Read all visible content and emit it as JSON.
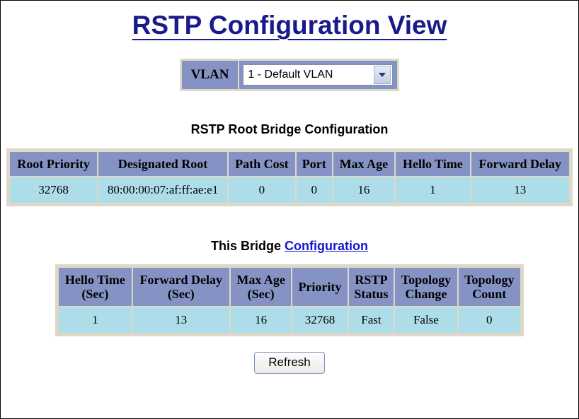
{
  "page": {
    "title": "RSTP Configuration View"
  },
  "vlan_selector": {
    "label": "VLAN",
    "selected": "1 - Default VLAN",
    "arrow_icon": "chevron-down-icon"
  },
  "root_bridge": {
    "heading": "RSTP Root Bridge Configuration",
    "columns": [
      "Root Priority",
      "Designated Root",
      "Path Cost",
      "Port",
      "Max Age",
      "Hello Time",
      "Forward Delay"
    ],
    "rows": [
      [
        "32768",
        "80:00:00:07:af:ff:ae:e1",
        "0",
        "0",
        "16",
        "1",
        "13"
      ]
    ]
  },
  "this_bridge": {
    "heading_static": "This Bridge ",
    "heading_link": "Configuration",
    "columns": [
      [
        "Hello Time",
        "(Sec)"
      ],
      [
        "Forward Delay",
        "(Sec)"
      ],
      [
        "Max Age",
        "(Sec)"
      ],
      [
        "Priority",
        ""
      ],
      [
        "RSTP",
        "Status"
      ],
      [
        "Topology",
        "Change"
      ],
      [
        "Topology",
        "Count"
      ]
    ],
    "rows": [
      [
        "1",
        "13",
        "16",
        "32768",
        "Fast",
        "False",
        "0"
      ]
    ]
  },
  "footer": {
    "refresh_label": "Refresh"
  },
  "colors": {
    "title": "#1a1a8c",
    "header_cell": "#8493c4",
    "data_cell": "#aeddea",
    "table_frame": "#ded8c8",
    "link": "#1515d2"
  }
}
